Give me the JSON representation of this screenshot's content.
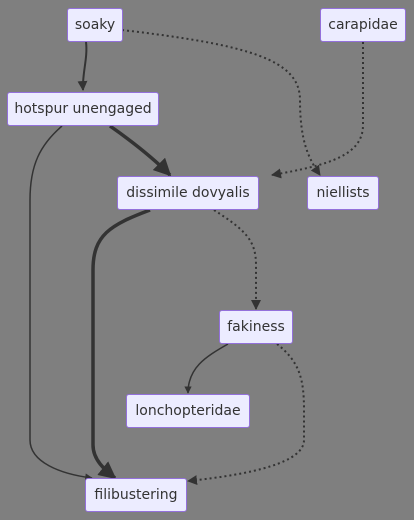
{
  "nodes": {
    "soaky": "soaky",
    "carapidae": "carapidae",
    "hotspur_unengaged": "hotspur unengaged",
    "dissimile_dovyalis": "dissimile dovyalis",
    "niellists": "niellists",
    "fakiness": "fakiness",
    "lonchopteridae": "lonchopteridae",
    "filibustering": "filibustering"
  },
  "edges": [
    {
      "from": "soaky",
      "to": "hotspur unengaged",
      "style": "solid"
    },
    {
      "from": "soaky",
      "to": "niellists",
      "style": "dotted"
    },
    {
      "from": "carapidae",
      "to": "dissimile dovyalis",
      "style": "dotted"
    },
    {
      "from": "hotspur unengaged",
      "to": "dissimile dovyalis",
      "style": "thick"
    },
    {
      "from": "hotspur unengaged",
      "to": "filibustering",
      "style": "solid"
    },
    {
      "from": "dissimile dovyalis",
      "to": "filibustering",
      "style": "thick"
    },
    {
      "from": "dissimile dovyalis",
      "to": "fakiness",
      "style": "dotted"
    },
    {
      "from": "fakiness",
      "to": "lonchopteridae",
      "style": "solid"
    },
    {
      "from": "fakiness",
      "to": "filibustering",
      "style": "dotted"
    }
  ],
  "colors": {
    "background": "#7f7f7f",
    "node_fill": "#ececff",
    "node_border": "#9370db",
    "edge": "#333333",
    "text": "#333333"
  }
}
